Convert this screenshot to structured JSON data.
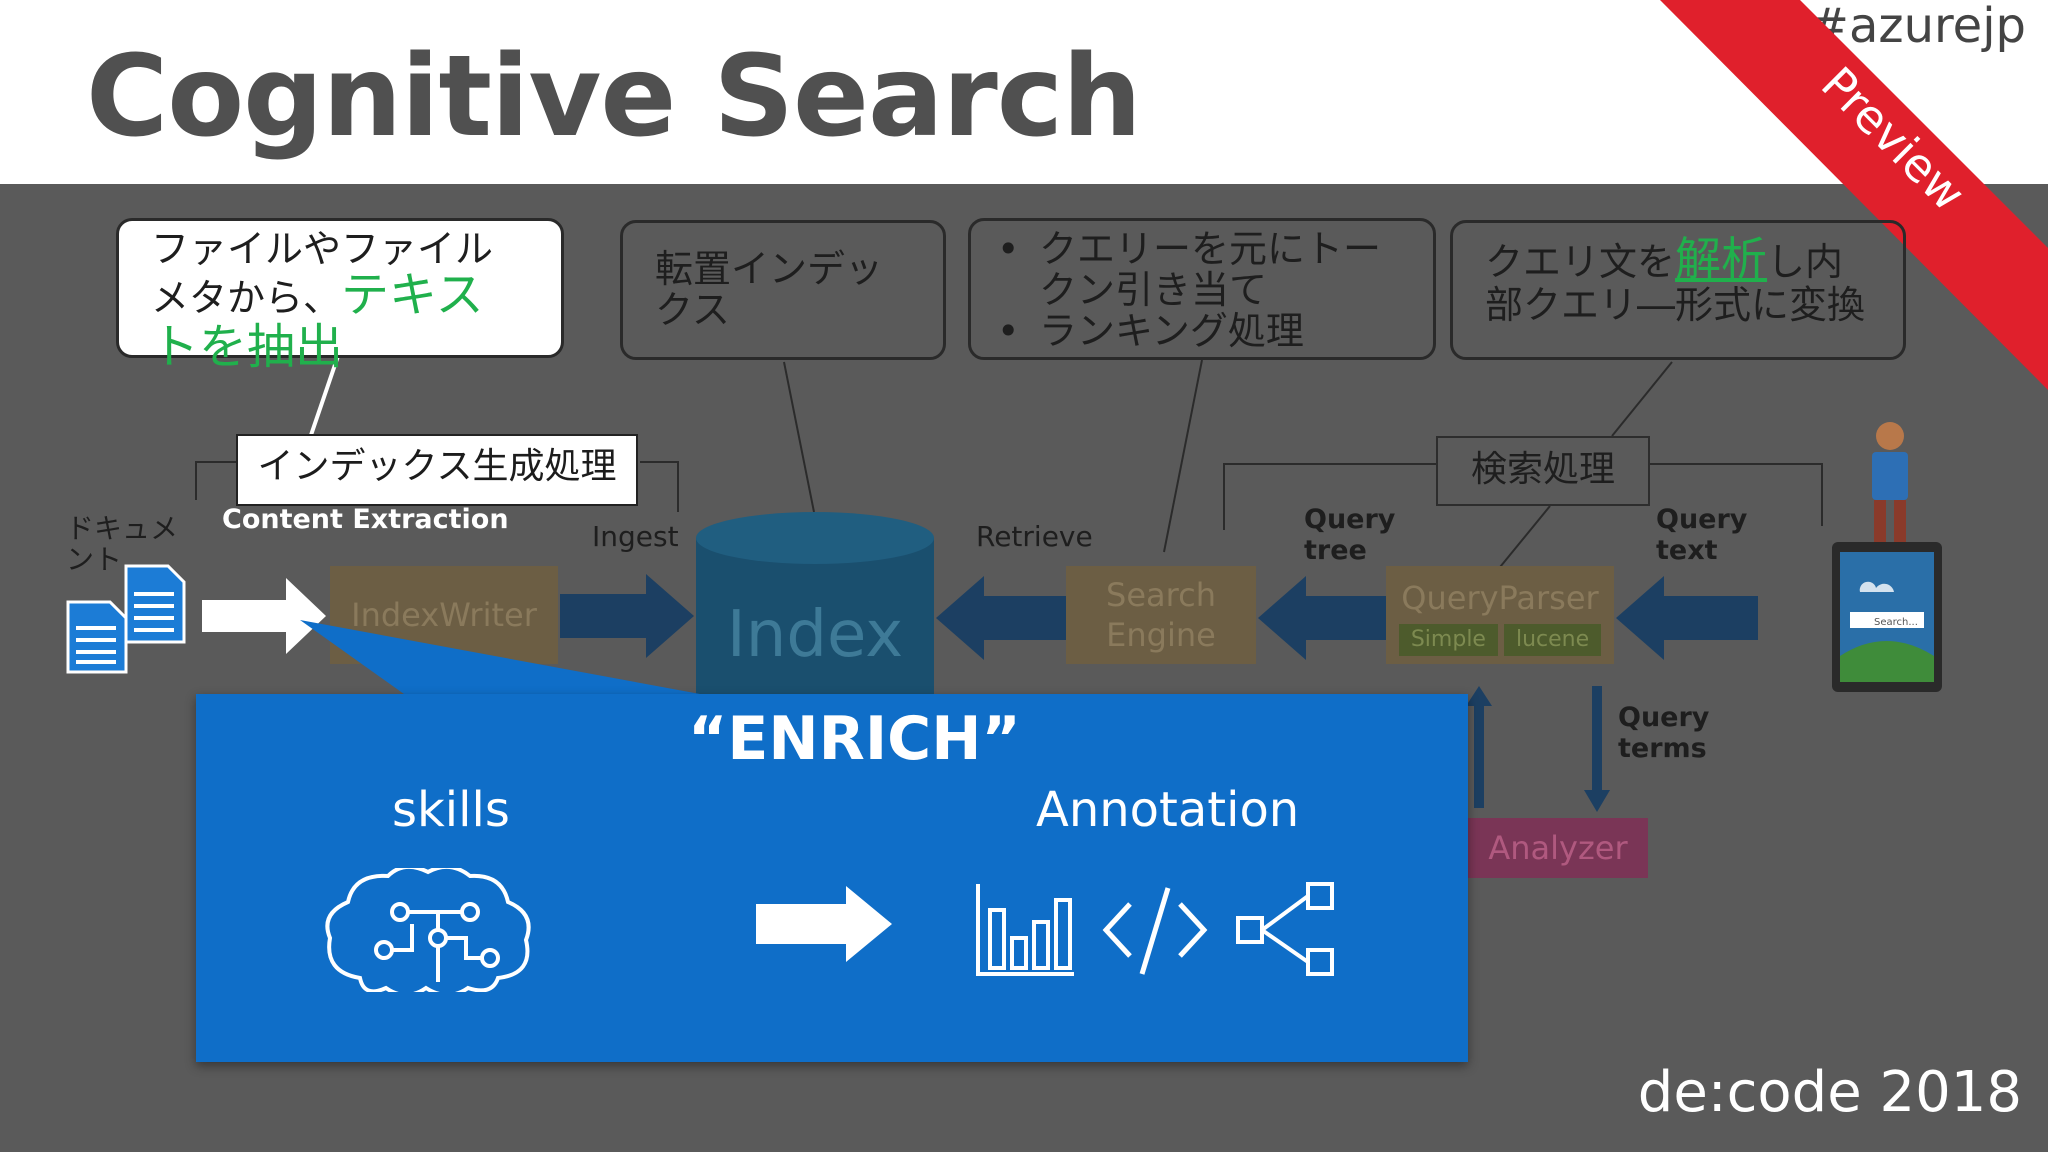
{
  "header": {
    "title": "Cognitive Search",
    "hashtag": "#azurejp",
    "badge": "Preview"
  },
  "footer": {
    "event": "de:code 2018"
  },
  "notes": {
    "extract_part1": "ファイルやファイルメタから、",
    "extract_part2": "テキストを抽出",
    "inverted_index": "転置インデックス",
    "query_bullet1": "クエリーを元にトークン引き当て",
    "query_bullet2": "ランキング処理",
    "parse_part1": "クエリ文を",
    "parse_part2": "解析",
    "parse_part3": "し内部クエリ―形式に変換"
  },
  "labels": {
    "index_generation": "インデックス生成処理",
    "search_process": "検索処理",
    "document": "ドキュメント",
    "content_extraction": "Content Extraction",
    "ingest": "Ingest",
    "retrieve": "Retrieve",
    "query_tree": "Query tree",
    "query_text": "Query text",
    "query_terms": "Query terms"
  },
  "components": {
    "index_writer": "IndexWriter",
    "index": "Index",
    "search_engine": "Search Engine",
    "query_parser": "QueryParser",
    "simple": "Simple",
    "lucene": "lucene",
    "analyzer": "Analyzer",
    "search_box": "Search..."
  },
  "enrich": {
    "title": "“ENRICH”",
    "skills": "skills",
    "annotation": "Annotation"
  },
  "colors": {
    "enrich_blue": "#0f6ec8",
    "arrow_blue": "#1c3f62",
    "component_brown": "#6c5e44",
    "analyzer_pink": "#7a3556",
    "highlight_green": "#20b04c",
    "preview_red": "#e0202c"
  }
}
